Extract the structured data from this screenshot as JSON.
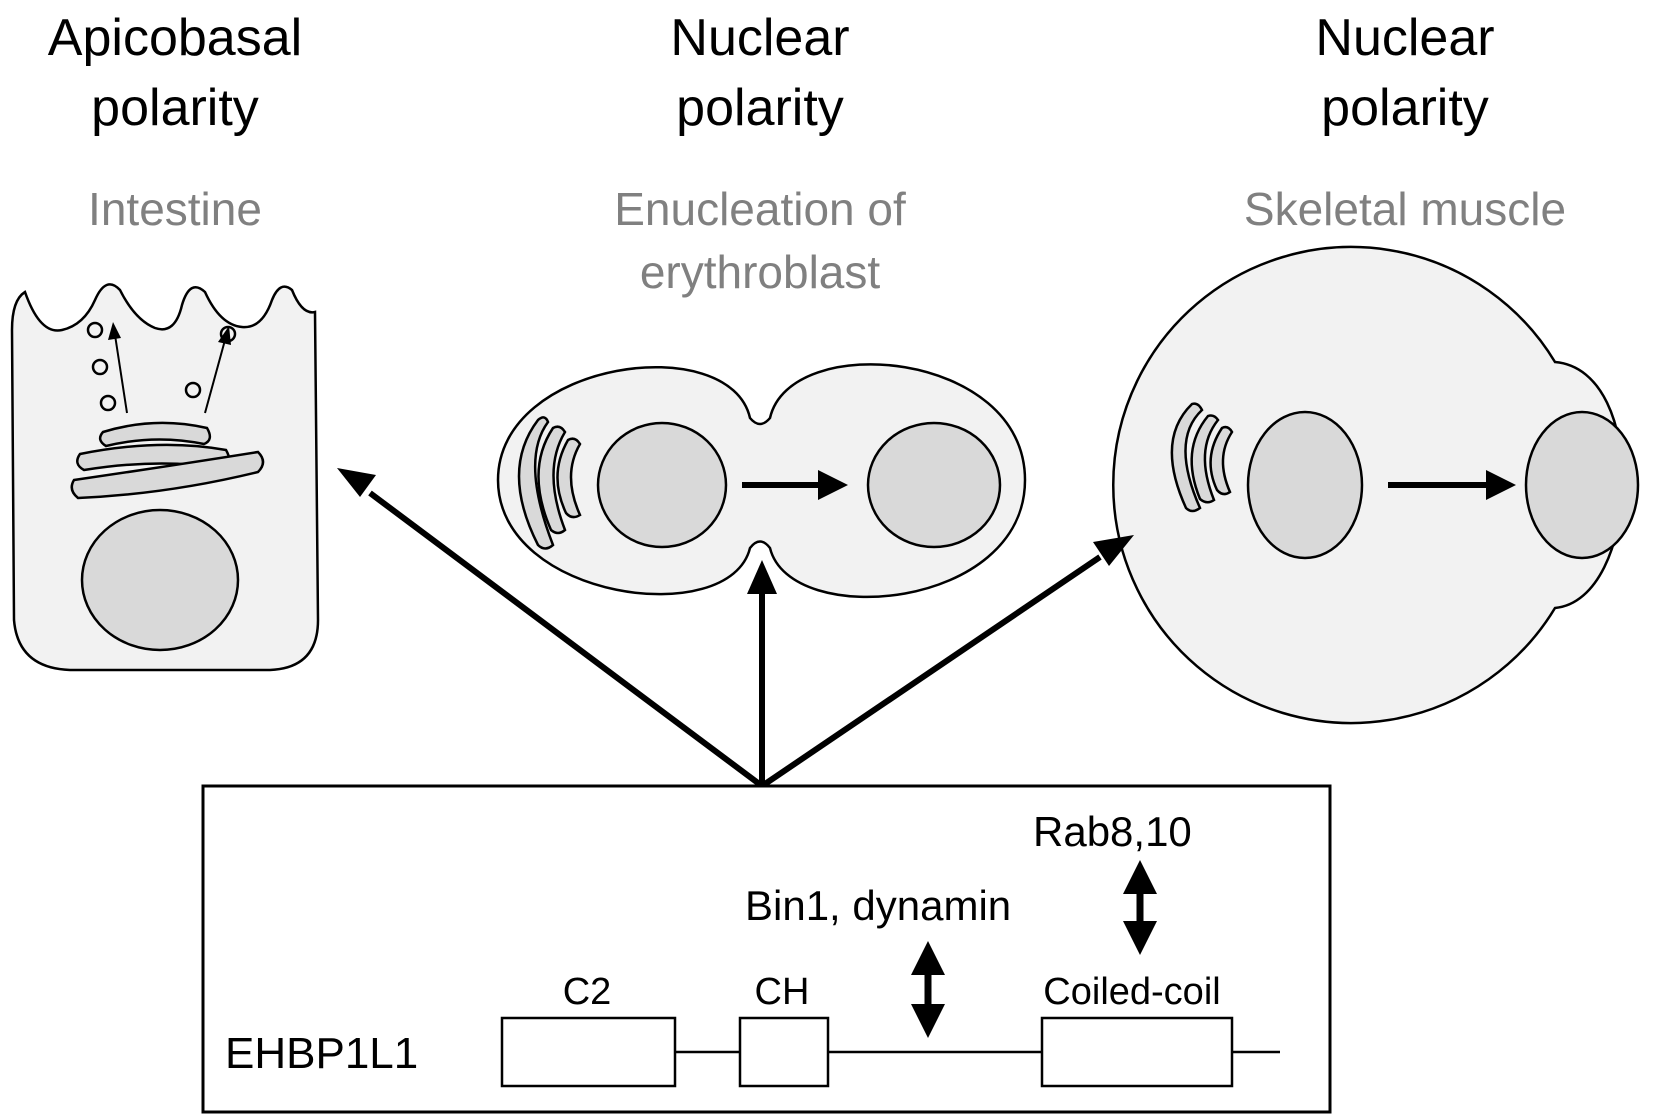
{
  "columns": [
    {
      "heading_line1": "Apicobasal",
      "heading_line2": "polarity",
      "subtitle_line1": "Intestine",
      "subtitle_line2": ""
    },
    {
      "heading_line1": "Nuclear",
      "heading_line2": "polarity",
      "subtitle_line1": "Enucleation of",
      "subtitle_line2": "erythroblast"
    },
    {
      "heading_line1": "Nuclear",
      "heading_line2": "polarity",
      "subtitle_line1": "Skeletal muscle",
      "subtitle_line2": ""
    }
  ],
  "protein": {
    "name": "EHBP1L1",
    "domains": [
      "C2",
      "CH",
      "Coiled-coil"
    ],
    "interactors": [
      "Bin1, dynamin",
      "Rab8,10"
    ]
  },
  "colors": {
    "subtitle": "#808080",
    "cell_fill": "#f2f2f2",
    "organelle_fill": "#d9d9d9"
  }
}
